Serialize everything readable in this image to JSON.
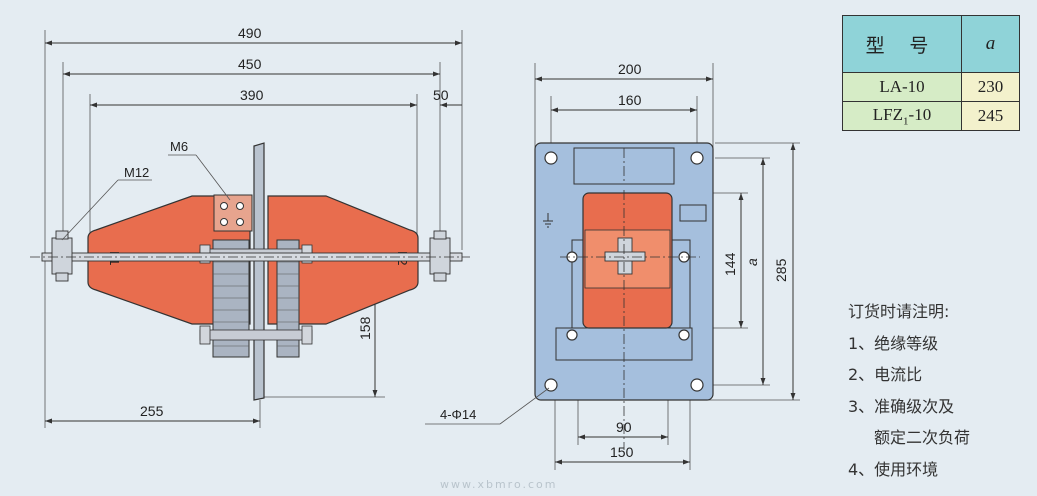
{
  "side_view": {
    "dims": {
      "d490": "490",
      "d450": "450",
      "d390": "390",
      "d50": "50",
      "d158": "158",
      "d255": "255"
    },
    "labels": {
      "m12": "M12",
      "m6": "M6",
      "l1": "L1",
      "l2": "L2"
    }
  },
  "front_view": {
    "dims": {
      "d200": "200",
      "d160": "160",
      "d144": "144",
      "da": "a",
      "d285": "285",
      "d90": "90",
      "d150": "150"
    },
    "labels": {
      "holes": "4-Φ14"
    }
  },
  "spec_table": {
    "header_model": "型 号",
    "header_a": "a",
    "rows": [
      {
        "model": "LA-10",
        "a": "230"
      },
      {
        "model_main": "LFZ",
        "model_sub": "1",
        "model_tail": "-10",
        "a": "245"
      }
    ]
  },
  "order_notes": {
    "title": "订货时请注明:",
    "items": [
      "1、绝缘等级",
      "2、电流比",
      "3、准确级次及",
      "额定二次负荷",
      "4、使用环境"
    ]
  },
  "watermark": "www.xbmro.com",
  "colors": {
    "background": "#e4ecf2",
    "body_orange": "#e86d4e",
    "core_gray": "#aab4c2",
    "plate_blue": "#a5bfdd",
    "table_header": "#8fd3d8"
  }
}
